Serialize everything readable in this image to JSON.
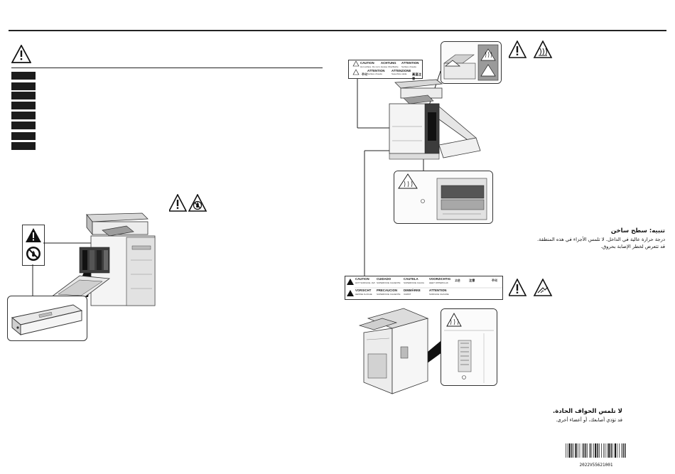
{
  "caution_labels": {
    "top_row": [
      {
        "title": "CAUTION",
        "sub": "Hot surface. Do not touch."
      },
      {
        "title": "ACHTUNG",
        "sub": "Heisse Oberfläche"
      },
      {
        "title": "ATTENTION",
        "sub": "Surface chaude"
      },
      {
        "title": "ATTENTION",
        "sub": "Surface chaude"
      },
      {
        "title": "ATTENZIONE",
        "sub": "Superficie calda"
      }
    ],
    "top_row2": [
      "주의",
      "高温注意"
    ],
    "long_strip_row1": [
      {
        "title": "CAUTION",
        "sub": "HOT SURFACE. AVOID CONTACT."
      },
      {
        "title": "CUIDADO",
        "sub": "SUPERFICIE CALIENTE"
      },
      {
        "title": "CAUTELA",
        "sub": "SUPERFICIE CALDA"
      },
      {
        "title": "VOORZICHTIG",
        "sub": "HEET OPPERVLAK"
      }
    ],
    "long_strip_row2": [
      {
        "title": "VORSICHT",
        "sub": "HEISSE FLÄCHE"
      },
      {
        "title": "PRECAUCION",
        "sub": "SUPERFICIE CALIENTE"
      },
      {
        "title": "DIMMÄRKE",
        "sub": "VARMT"
      },
      {
        "title": "ATTENTION",
        "sub": "SURFACE CHAUDE"
      }
    ],
    "cjk_marks": [
      "고온",
      "注意",
      "주의"
    ]
  },
  "right_section": {
    "hot_title": "تنبيه: سطح ساخن",
    "hot_body_1": "درجة حرارة عالية في الداخل. لا تلمس الأجزاء في هذه المنطقة.",
    "hot_body_2": "قد تتعرض لخطر الإصابة بحروق.",
    "sharp_title": "لا تلمس الحواف الحادة.",
    "sharp_body": "قد تؤذي أصابعك، أو أعضاء أخرى."
  },
  "barcode": {
    "number": "2022V55621001"
  },
  "icons": [
    "warning-icon",
    "hot-surface-icon",
    "no-fire-icon",
    "sharp-edge-icon"
  ],
  "colors": {
    "ink": "#222222",
    "tab": "#1c1c1c",
    "label_bg": "#ffffff",
    "panel_gray": "#9a9a9a"
  }
}
